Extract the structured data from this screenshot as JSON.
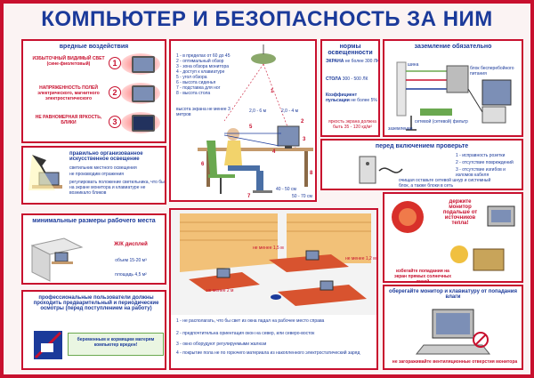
{
  "title": "КОМПЬЮТЕР И БЕЗОПАСНОСТЬ ЗА НИМ",
  "colors": {
    "border": "#c8102e",
    "accent": "#1b3a9a",
    "green": "#6aa84f",
    "background": "#fbf3f3"
  },
  "panels": {
    "harmful": {
      "title": "вредные воздействия",
      "items": [
        {
          "num": "1",
          "text": "ИЗБЫТОЧНЫЙ ВИДИМЫЙ СВЕТ (сине-фиолетовый)"
        },
        {
          "num": "2",
          "text": "НАПРЯЖЕННОСТЬ ПОЛЕЙ электрического, магнитного электростатического"
        },
        {
          "num": "3",
          "text": "НЕ РАВНОМЕРНАЯ ЯРКОСТЬ, БЛИКИ"
        }
      ]
    },
    "posture": {
      "notes": [
        "1 - в пределах от 60 до 45",
        "2 - оптимальный обзор",
        "3 - зона обзора монитора",
        "4 - доступ к клавиатуре",
        "5 - угол обзора",
        "6 - высота сиденья",
        "7 - подставка для ног",
        "8 - высота стола"
      ],
      "distance_label": "высота экрана",
      "note_under": "высота экрана не менее 3 метров",
      "measures": [
        "2,0 - 6 м",
        "2,0 - 4 м",
        "40 - 50 см",
        "50 - 70 см"
      ],
      "marks": [
        "1",
        "2",
        "3",
        "4",
        "5",
        "6",
        "7",
        "8"
      ]
    },
    "norms": {
      "title": "нормы освещенности",
      "rows": [
        {
          "label": "ЭКРАНА",
          "value": "не более 300 ЛК"
        },
        {
          "label": "СТОЛА",
          "value": "300 - 500 ЛК"
        },
        {
          "label": "Коэффициент пульсации",
          "value": "не более 5%"
        }
      ],
      "footer": "яркость экрана должна быть 35 - 120 кд/м²"
    },
    "grounding": {
      "title": "заземление обязательно",
      "labels": [
        "блок бесперебойного питания",
        "шина",
        "сетевой (сетевой) фильтр",
        "заземление"
      ]
    },
    "lighting": {
      "title": "правильно организованное искусственное освещение",
      "lines": [
        "светильник местного освещения",
        "не производим отражения",
        "регулировать положение светильника, что бы на экране монитора и клавиатуре не возникало бликов"
      ]
    },
    "before_on": {
      "title": "перед включением проверьте",
      "checks": [
        "1 - исправность розетки",
        "2 - отсутствие повреждений",
        "3 - отсутствие изгибов и изломов кабеля"
      ],
      "note": "очищая оставьте сетевой шнур и системный блок, а также блоки в сеть"
    },
    "min_sizes": {
      "title": "минимальные размеры рабочего места",
      "type": "Ж/К дисплей",
      "area_line1": "объем 15-20 м³",
      "area_line2": "площадь 4,5 м²"
    },
    "office": {
      "labels": [
        "не менее 1,5 м",
        "не менее 2 м",
        "не менее 1,2 м"
      ],
      "notes": [
        "1 - не располагать, что бы свет из окна падал на рабочее место справа",
        "2 - предпочтительна ориентация окон на север, или северо-восток",
        "3 - окно оборудуют регулируемыми жалюзи",
        "4 - покрытие пола не по горючего материала из накопленного электростатический заряд"
      ]
    },
    "unplug": {
      "lines": [
        "держите монитор подальше от источников тепла!",
        "избегайте попадания на экран прямых солнечных лучей"
      ]
    },
    "professional": {
      "text": "профессиональные пользователи должны проходить предварительный и периодические осмотры (перед поступлением на работу)",
      "sub": "беременным и кормящим матерям компьютер вреден!"
    },
    "protect": {
      "title": "оберегайте монитор и клавиатуру от попадания влаги",
      "footer": "не загораживайте вентиляционные отверстия монитора"
    }
  }
}
